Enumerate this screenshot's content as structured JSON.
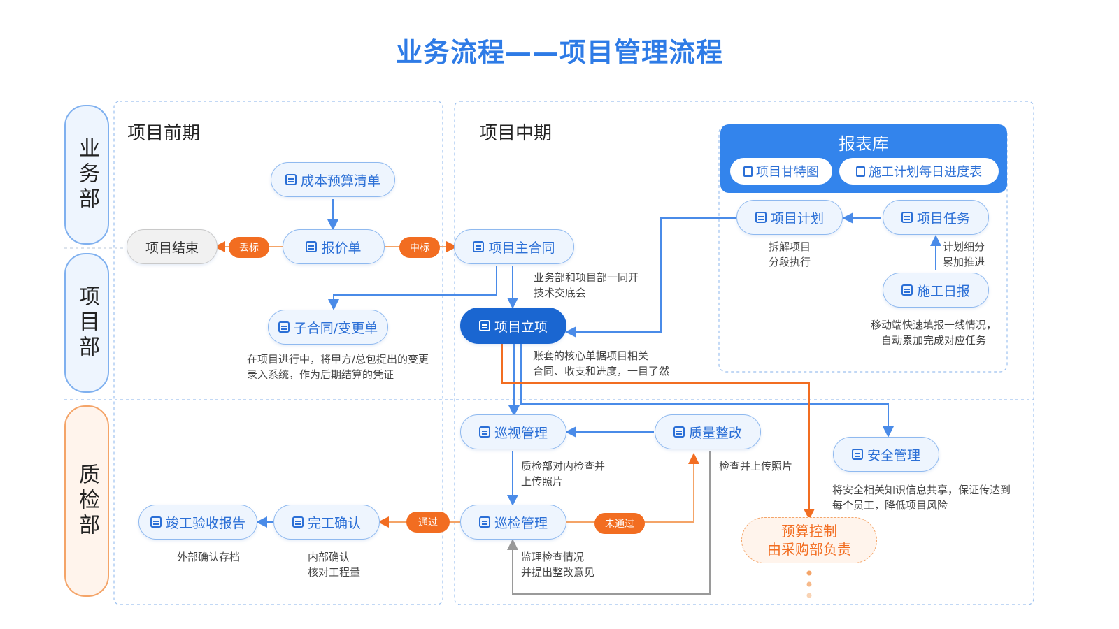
{
  "title": "业务流程——项目管理流程",
  "departments": [
    "业务部",
    "项目部",
    "质检部"
  ],
  "phases": [
    "项目前期",
    "项目中期"
  ],
  "report_library": {
    "title": "报表库",
    "items": [
      "项目甘特图",
      "施工计划每日进度表"
    ]
  },
  "nodes": {
    "cost_budget": "成本预算清单",
    "quote": "报价单",
    "project_end": "项目结束",
    "main_contract": "项目主合同",
    "sub_contract": "子合同/变更单",
    "project_setup": "项目立项",
    "project_plan": "项目计划",
    "project_task": "项目任务",
    "construction_daily": "施工日报",
    "patrol_view": "巡视管理",
    "quality_rectify": "质量整改",
    "safety": "安全管理",
    "inspection": "巡检管理",
    "completion_confirm": "完工确认",
    "acceptance_report": "竣工验收报告"
  },
  "pills": {
    "lose_bid": "丢标",
    "win_bid": "中标",
    "passed": "通过",
    "not_passed": "未通过"
  },
  "notes": {
    "main_contract": "业务部和项目部一同开\n技术交底会",
    "sub_contract": "在项目进行中，将甲方/总包提出的变更\n录入系统，作为后期结算的凭证",
    "project_setup": "账套的核心单据项目相关\n合同、收支和进度，一目了然",
    "project_plan": "拆解项目\n分段执行",
    "project_task": "计划细分\n累加推进",
    "construction_daily": "移动端快速填报一线情况，\n自动累加完成对应任务",
    "patrol_view": "质检部对内检查并\n上传照片",
    "quality_rectify": "检查并上传照片",
    "safety": "将安全相关知识信息共享，保证传达到\n每个员工，降低项目风险",
    "inspection": "监理检查情况\n并提出整改意见",
    "completion_confirm": "内部确认\n核对工程量",
    "acceptance_report": "外部确认存档"
  },
  "budget": [
    "预算控制",
    "由采购部负责"
  ],
  "colors": {
    "blue": "#2e7be6",
    "orange": "#f26d21",
    "dark_blue": "#1a66d1"
  }
}
